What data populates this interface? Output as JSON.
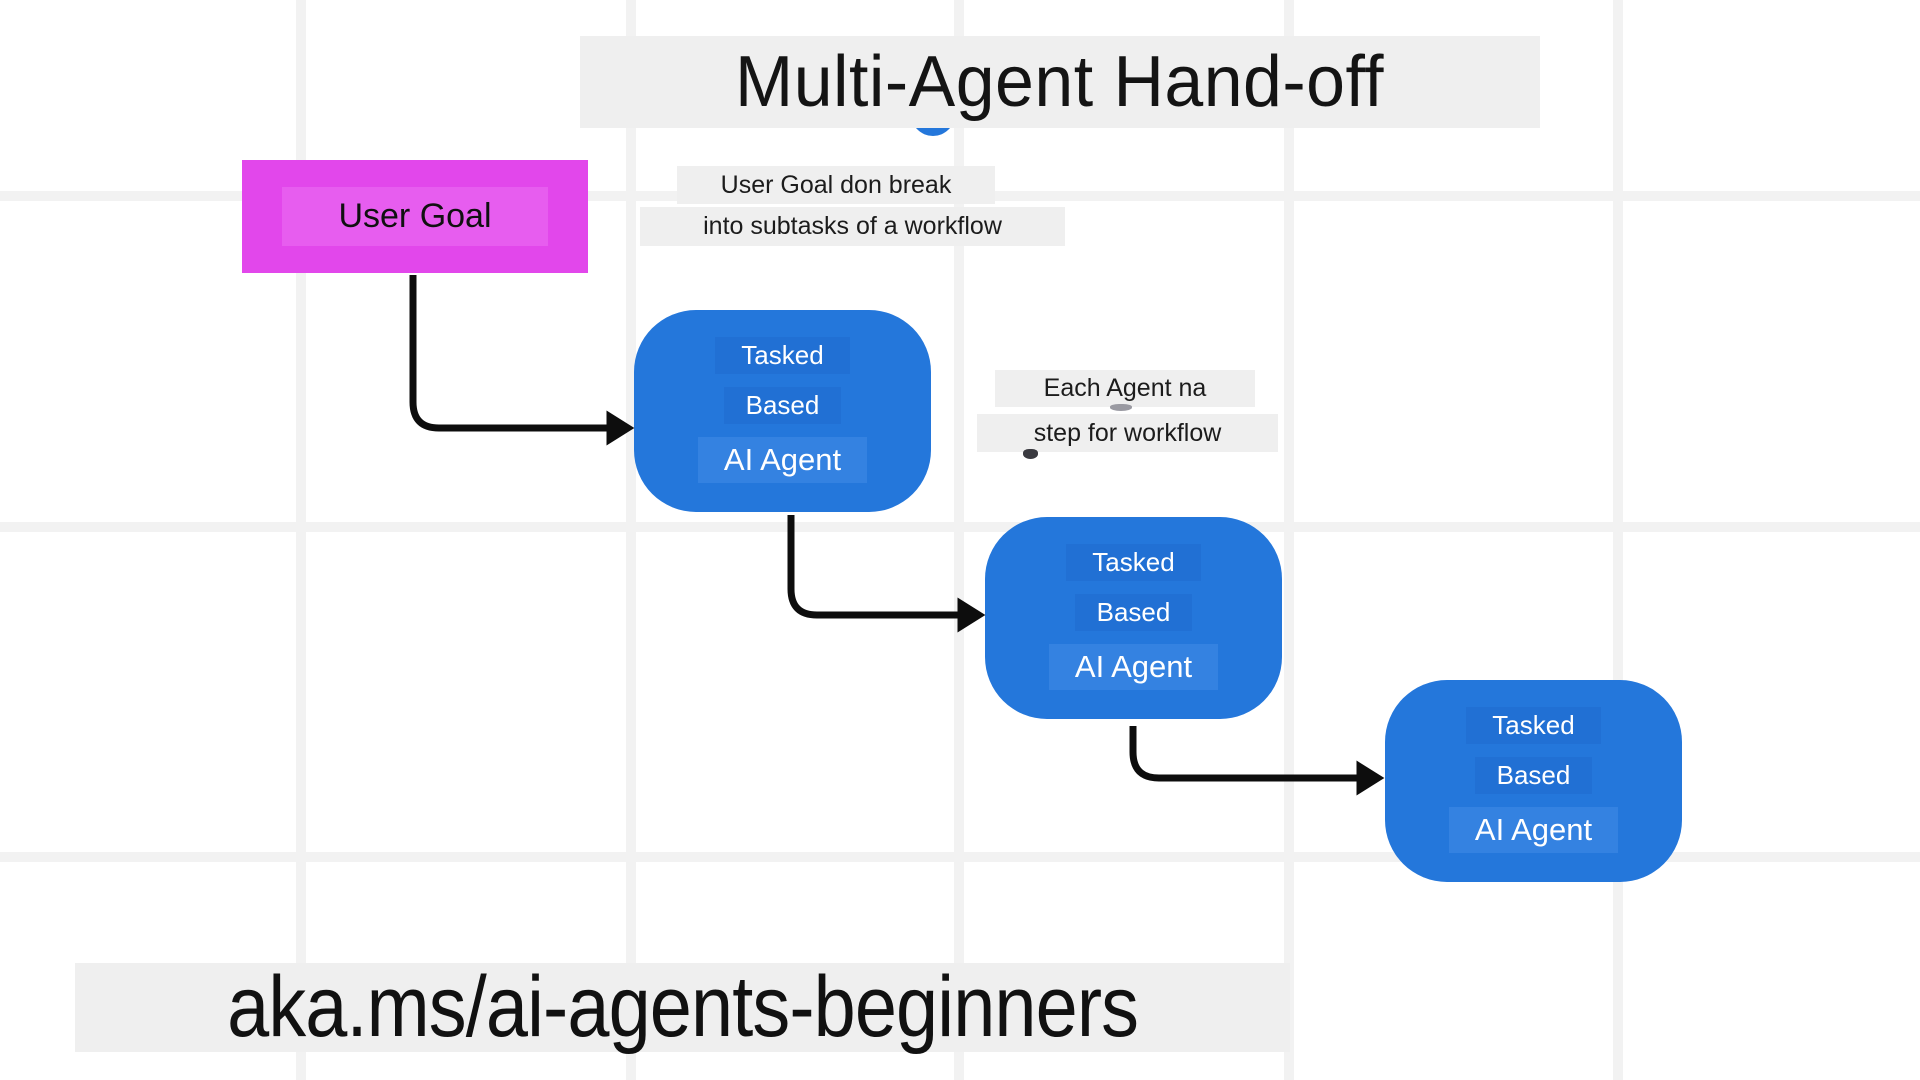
{
  "title": "Multi-Agent Hand-off",
  "notes": {
    "decompose": {
      "line1": "User Goal don break",
      "line2": "into subtasks of a workflow"
    },
    "handoff": {
      "line1": "Each Agent na",
      "line2": "step for workflow"
    }
  },
  "nodes": {
    "user_goal": {
      "label": "User Goal",
      "color": "#e247eb"
    },
    "agent_color": "#2477db",
    "agents": [
      {
        "tag1": "Tasked",
        "tag2": "Based",
        "name": "AI Agent"
      },
      {
        "tag1": "Tasked",
        "tag2": "Based",
        "name": "AI Agent"
      },
      {
        "tag1": "Tasked",
        "tag2": "Based",
        "name": "AI Agent"
      }
    ]
  },
  "footer": {
    "link": "aka.ms/ai-agents-beginners"
  },
  "colors": {
    "background": "#ffffff",
    "grid": "#f2f2f2",
    "highlight_bar": "#efefef",
    "arrow": "#0d0d0d",
    "agent_chip_dark": "#2170d4",
    "agent_chip_light": "#3482e1"
  }
}
